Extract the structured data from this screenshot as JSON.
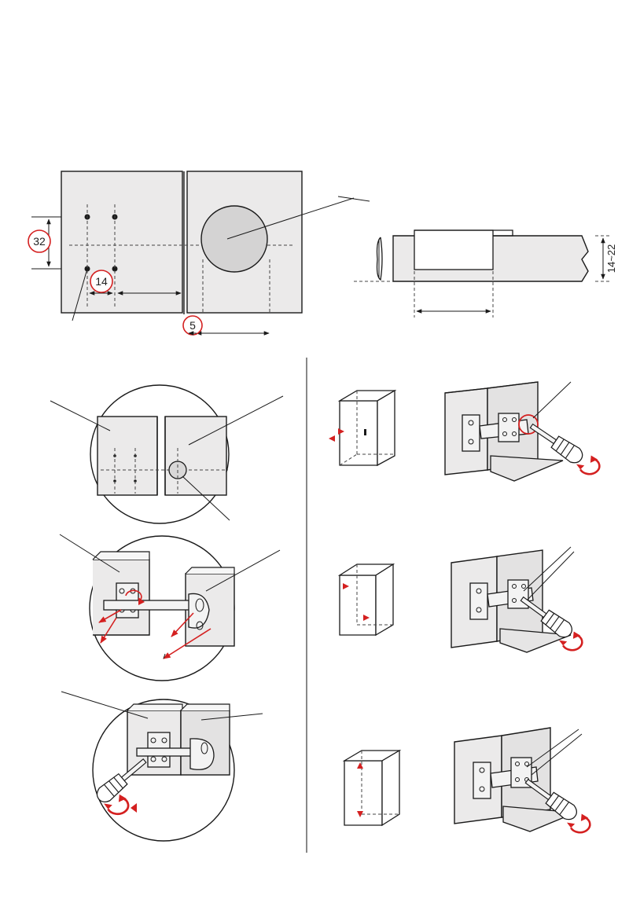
{
  "dimensions": {
    "drill_spacing": "32",
    "edge_offset": "14",
    "gap": "5",
    "door_thickness": "14~22"
  },
  "colors": {
    "panel": "#ebeaea",
    "outline": "#1a1a1a",
    "accent_red": "#d42020"
  },
  "icons": [
    "screwdriver-icon",
    "rotation-arrow-icon",
    "cabinet-box-icon",
    "hinge-icon"
  ]
}
